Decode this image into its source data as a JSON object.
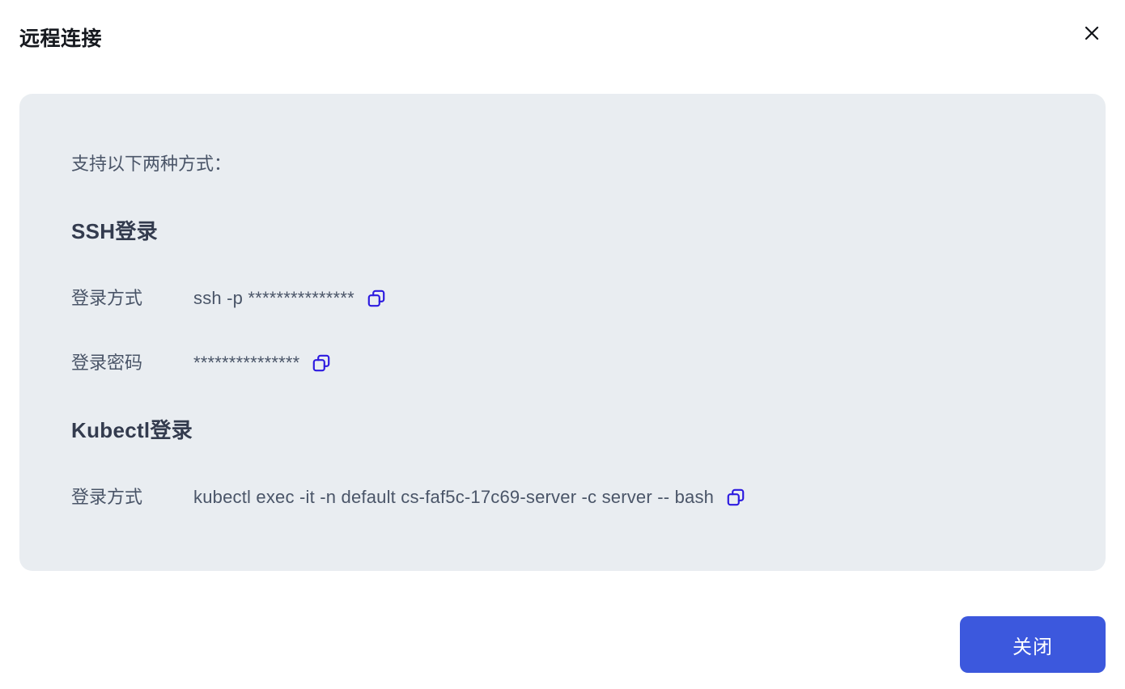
{
  "dialog": {
    "title": "远程连接",
    "close_button_label": "关闭"
  },
  "panel": {
    "intro": "支持以下两种方式：",
    "sections": [
      {
        "heading": "SSH登录",
        "rows": [
          {
            "label": "登录方式",
            "value": "ssh -p ***************"
          },
          {
            "label": "登录密码",
            "value": "***************"
          }
        ]
      },
      {
        "heading": "Kubectl登录",
        "rows": [
          {
            "label": "登录方式",
            "value": "kubectl exec -it -n default cs-faf5c-17c69-server -c server -- bash"
          }
        ]
      }
    ]
  },
  "icons": {
    "close": "close-icon",
    "copy": "copy-icon"
  },
  "colors": {
    "panel_bg": "#e9edf1",
    "primary_button": "#3c58dd",
    "copy_icon": "#2c1ae0",
    "title_text": "#16191f",
    "heading_text": "#333b4e",
    "body_text": "#4a5568"
  }
}
